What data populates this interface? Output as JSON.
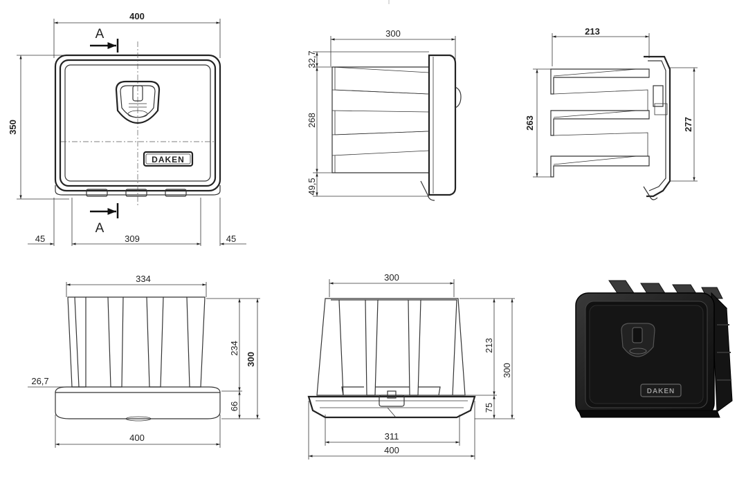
{
  "front_view": {
    "width": "400",
    "height": "350",
    "margin_left": "45",
    "inner_width": "309",
    "margin_right": "45",
    "section_top": "A",
    "section_bottom": "A",
    "logo": "DAKEN"
  },
  "side_view": {
    "width": "300",
    "top": "32,7",
    "middle": "268",
    "bottom": "49,5"
  },
  "section_view": {
    "depth": "213",
    "inner_height": "263",
    "outer_height": "277"
  },
  "top_view": {
    "top_width": "334",
    "offset": "26,7",
    "rib_height": "234",
    "total_height": "300",
    "base_height": "66",
    "bottom_width": "400"
  },
  "rear_view": {
    "top_width": "300",
    "rib_height": "213",
    "total_height": "300",
    "base_height": "75",
    "inner_bottom": "311",
    "bottom_width": "400"
  },
  "render": {
    "logo": "DAKEN"
  }
}
